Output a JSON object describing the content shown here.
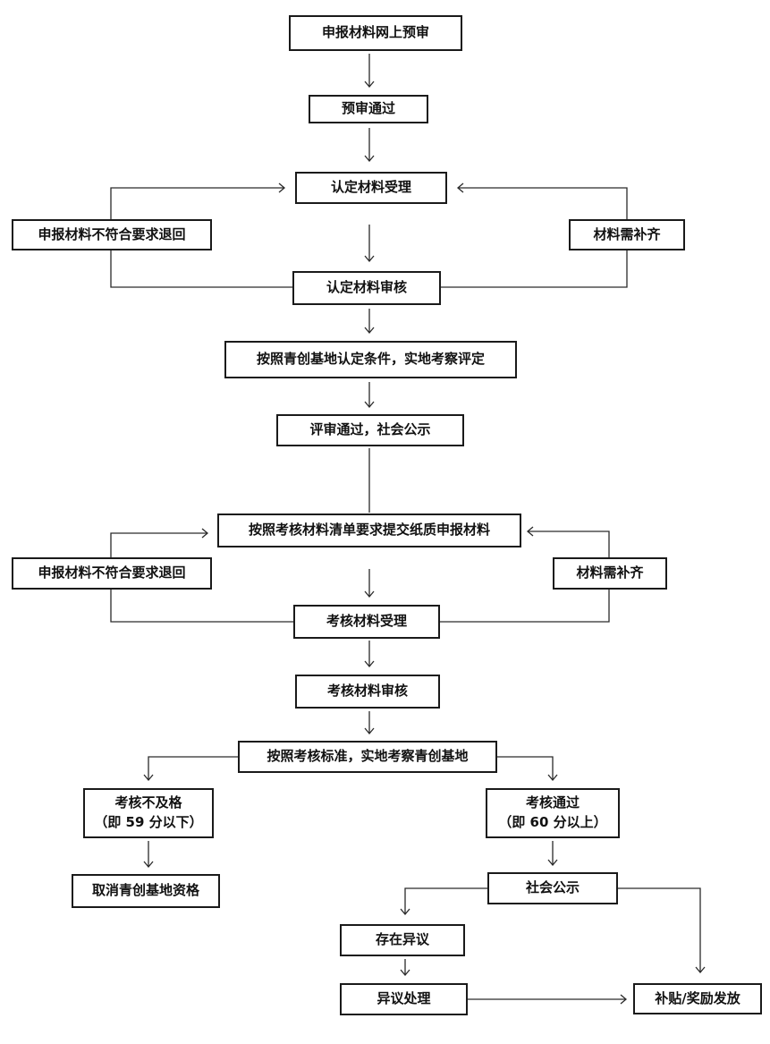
{
  "colors": {
    "line": "#2a2a2a",
    "border": "#1a1a1a",
    "text": "#111111",
    "background": "#ffffff"
  },
  "nodes": {
    "online_prereview": "申报材料网上预审",
    "prereview_passed": "预审通过",
    "recognition_acceptance": "认定材料受理",
    "reject_1": "申报材料不符合要求退回",
    "supplement_1": "材料需补齐",
    "recognition_review": "认定材料审核",
    "site_evaluation": "按照青创基地认定条件，实地考察评定",
    "publicity_1": "评审通过，社会公示",
    "submit_paper": "按照考核材料清单要求提交纸质申报材料",
    "reject_2": "申报材料不符合要求退回",
    "supplement_2": "材料需补齐",
    "assessment_acceptance": "考核材料受理",
    "assessment_review": "考核材料审核",
    "site_inspection": "按照考核标准，实地考察青创基地",
    "fail": "考核不及格\n（即 59 分以下）",
    "pass": "考核通过\n（即 60 分以上）",
    "cancel": "取消青创基地资格",
    "publicity_2": "社会公示",
    "objection": "存在异议",
    "objection_handling": "异议处理",
    "subsidy": "补贴/奖励发放"
  }
}
